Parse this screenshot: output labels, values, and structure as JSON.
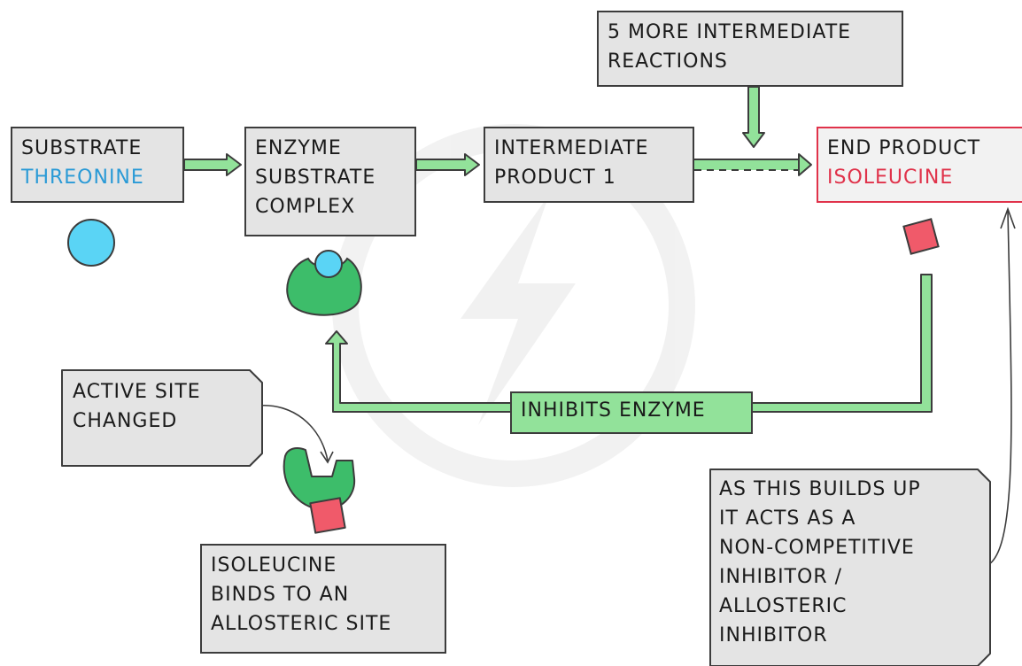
{
  "boxes": {
    "substrate": {
      "line1": "SUBSTRATE",
      "line2": "THREONINE"
    },
    "complex": {
      "line1": "ENZYME",
      "line2": "SUBSTRATE",
      "line3": "COMPLEX"
    },
    "intermediate": {
      "line1": "INTERMEDIATE",
      "line2": "PRODUCT 1"
    },
    "more_reactions": {
      "line1": "5 MORE INTERMEDIATE",
      "line2": "REACTIONS"
    },
    "end_product": {
      "line1": "END PRODUCT",
      "line2": "ISOLEUCINE"
    },
    "inhibits": {
      "label": "INHIBITS ENZYME"
    },
    "active_site": {
      "line1": "ACTIVE SITE",
      "line2": "CHANGED"
    },
    "allosteric_binding": {
      "line1": "ISOLEUCINE",
      "line2": "BINDS TO AN",
      "line3": "ALLOSTERIC SITE"
    },
    "builds_up": {
      "line1": "AS THIS BUILDS UP",
      "line2": "IT ACTS AS A",
      "line3": "NON-COMPETITIVE",
      "line4": "INHIBITOR /",
      "line5": "ALLOSTERIC",
      "line6": "INHIBITOR"
    }
  },
  "colors": {
    "threonine": "#5ad4f5",
    "enzyme": "#3dbd6a",
    "isoleucine": "#f05a6a",
    "arrow": "#92e29a",
    "box": "#e4e4e4"
  }
}
